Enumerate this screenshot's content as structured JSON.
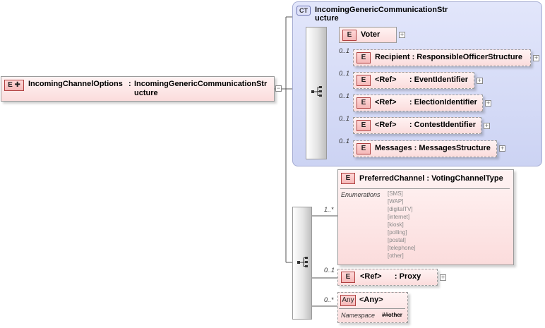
{
  "root": {
    "tag": "E",
    "name": "IncomingChannelOptions",
    "sep": ":",
    "type_line1": "IncomingGenericCommunicationStr",
    "type_line2": "ucture"
  },
  "complex_type": {
    "tag": "CT",
    "name_line1": "IncomingGenericCommunicationStr",
    "name_line2": "ucture"
  },
  "sequence_items": [
    {
      "tag": "E",
      "text": "Voter",
      "card": ""
    },
    {
      "tag": "E",
      "text": "Recipient : ResponsibleOfficerStructure",
      "card": "0..1"
    },
    {
      "tag": "E",
      "text": "<Ref>      : EventIdentifier",
      "card": "0..1"
    },
    {
      "tag": "E",
      "text": "<Ref>      : ElectionIdentifier",
      "card": "0..1"
    },
    {
      "tag": "E",
      "text": "<Ref>      : ContestIdentifier",
      "card": "0..1"
    },
    {
      "tag": "E",
      "text": "Messages : MessagesStructure",
      "card": "0..1"
    }
  ],
  "choice_items": {
    "preferred": {
      "tag": "E",
      "text": "PreferredChannel : VotingChannelType",
      "card": "1..*",
      "enum_label": "Enumerations",
      "enums": [
        "[SMS]",
        "[WAP]",
        "[digitalTV]",
        "[internet]",
        "[kiosk]",
        "[polling]",
        "[postal]",
        "[telephone]",
        "[other]"
      ]
    },
    "proxy": {
      "tag": "E",
      "text": "<Ref>      : Proxy",
      "card": "0..1"
    },
    "any": {
      "tag": "Any",
      "text": "<Any>",
      "card": "0..*",
      "ns_label": "Namespace",
      "ns_value": "##other"
    }
  }
}
